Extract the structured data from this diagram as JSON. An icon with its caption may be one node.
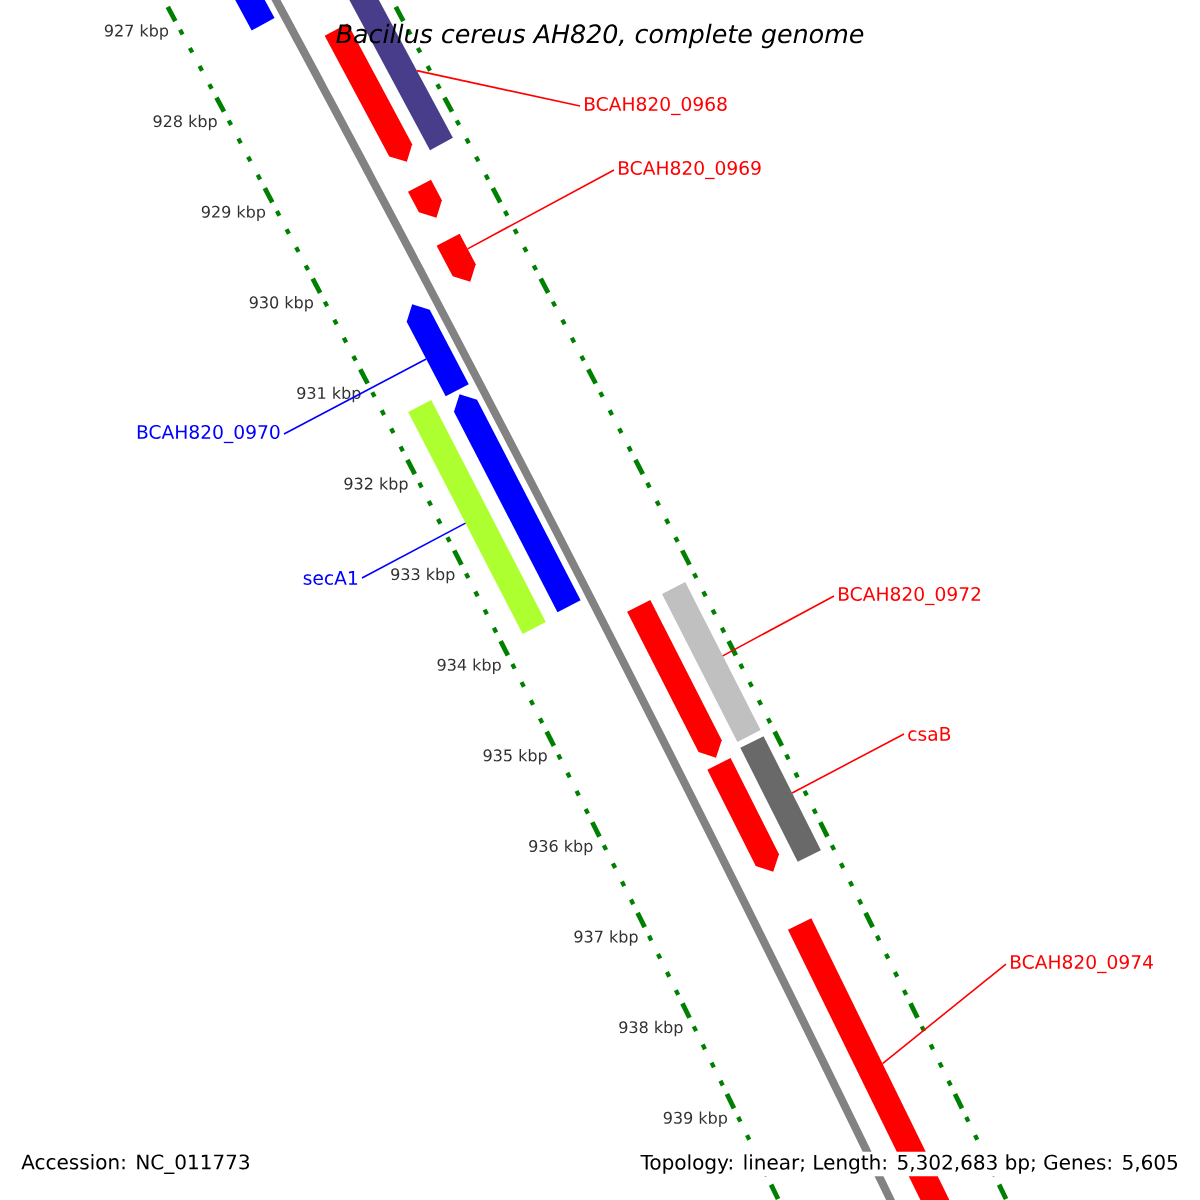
{
  "diagram": {
    "title": "Bacillus cereus AH820, complete genome",
    "nodes": [
      {
        "text": [],
        "shape": "arrow"
      },
      {
        "text": [],
        "shape": "bar"
      },
      {
        "text": [],
        "shape": "arrow"
      },
      {
        "text": [
          "BCAH820_0968"
        ]
      },
      {
        "text": [
          "BCAH820_0969"
        ]
      },
      {
        "text": [],
        "shape": "arrow"
      },
      {
        "text": [],
        "shape": "arrow"
      },
      {
        "text": [],
        "shape": "arrow"
      },
      {
        "text": [
          "BCAH820_0970"
        ]
      },
      {
        "text": [],
        "shape": "arrow"
      },
      {
        "text": [],
        "shape": "bar"
      },
      {
        "text": [
          "secA1"
        ]
      },
      {
        "text": [
          "BCAH820_0972"
        ]
      },
      {
        "text": [],
        "shape": "bar"
      },
      {
        "text": [],
        "shape": "arrow"
      },
      {
        "text": [
          "csaB"
        ]
      },
      {
        "text": [],
        "shape": "bar"
      },
      {
        "text": [],
        "shape": "arrow"
      },
      {
        "text": [
          "BCAH820_0974"
        ]
      },
      {
        "text": [],
        "shape": "bar"
      }
    ],
    "edges": [
      {
        "from": 3,
        "to": 1,
        "arrow": "none"
      },
      {
        "from": 4,
        "to": 6,
        "arrow": "none"
      },
      {
        "from": 8,
        "to": 7,
        "arrow": "none",
        "color": "#0000ff"
      },
      {
        "from": 11,
        "to": 10,
        "arrow": "none",
        "color": "#0000ff"
      },
      {
        "from": 12,
        "to": 13,
        "arrow": "none"
      },
      {
        "from": 15,
        "to": 16,
        "arrow": "none"
      },
      {
        "from": 18,
        "to": 19,
        "arrow": "none"
      }
    ],
    "labels": [
      "927 kbp",
      "928 kbp",
      "929 kbp",
      "930 kbp",
      "931 kbp",
      "932 kbp",
      "933 kbp",
      "934 kbp",
      "935 kbp",
      "936 kbp",
      "937 kbp",
      "938 kbp",
      "939 kbp",
      "Accession: NC_011773",
      "Topology: linear; Length: 5,302,683 bp; Genes: 5,605"
    ]
  }
}
